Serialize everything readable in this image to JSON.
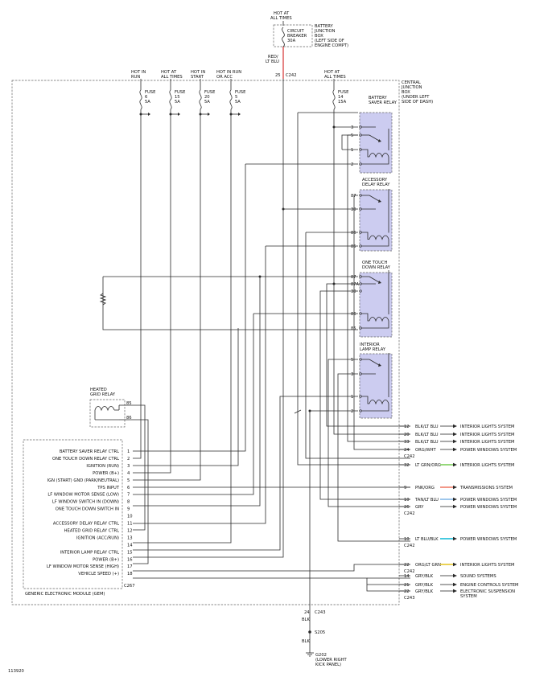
{
  "colors": {
    "box_fill": "#dcdcf8",
    "relay_fill": "#ccccf0",
    "wire": "#2a2a2a",
    "wire_red": "#d22020",
    "pink_orange": "#f07e6b",
    "tan_lt_blue": "#86b9e8",
    "lt_blue": "#19bcd8",
    "lt_green": "#7ccf5a",
    "yellow": "#e6c72a"
  },
  "battery": {
    "hot_label": [
      "HOT AT",
      "ALL TIMES"
    ],
    "breaker_label": [
      "CIRCUIT",
      "BREAKER",
      "30A"
    ],
    "box_label": [
      "BATTERY",
      "JUNCTION",
      "BOX",
      "(LEFT SIDE OF",
      "ENGINE COMPT)"
    ],
    "wire_label": [
      "RED/",
      "LT BLU"
    ],
    "pin": "25",
    "connector": "C242"
  },
  "cjb": {
    "label": [
      "CENTRAL",
      "JUNCTION",
      "BOX",
      "(UNDER LEFT",
      "SIDE OF DASH)"
    ]
  },
  "fuses": [
    {
      "hot": [
        "HOT IN",
        "RUN"
      ],
      "label": [
        "FUSE",
        "6",
        "5A"
      ]
    },
    {
      "hot": [
        "HOT AT",
        "ALL TIMES"
      ],
      "label": [
        "FUSE",
        "15",
        "5A"
      ]
    },
    {
      "hot": [
        "HOT IN",
        "START"
      ],
      "label": [
        "FUSE",
        "20",
        "5A"
      ]
    },
    {
      "hot": [
        "HOT IN RUN",
        "OR ACC"
      ],
      "label": [
        "FUSE",
        "5",
        "5A"
      ]
    },
    {
      "hot": [
        "HOT AT",
        "ALL TIMES"
      ],
      "label": [
        "FUSE",
        "14",
        "15A"
      ]
    }
  ],
  "relays": [
    {
      "label": [
        "BATTERY",
        "SAVER RELAY"
      ],
      "pins": [
        "5",
        "3",
        "1",
        "2"
      ]
    },
    {
      "label": [
        "ACCESSORY",
        "DELAY RELAY"
      ],
      "pins": [
        "87",
        "30",
        "86",
        "85"
      ]
    },
    {
      "label": [
        "ONE TOUCH",
        "DOWN RELAY"
      ],
      "pins": [
        "87",
        "87A",
        "30",
        "86",
        "85"
      ]
    },
    {
      "label": [
        "INTERIOR",
        "LAMP RELAY"
      ],
      "pins": [
        "5",
        "3",
        "1",
        "2"
      ]
    }
  ],
  "heated_grid": {
    "label": [
      "HEATED",
      "GRID RELAY"
    ],
    "pins": [
      "85",
      "86"
    ]
  },
  "gem": {
    "title": "GENERIC ELECTRONIC MODULE (GEM)",
    "connector": "C267",
    "rows": [
      {
        "pin": "1",
        "name": "BATTERY SAVER RELAY CTRL"
      },
      {
        "pin": "2",
        "name": "ONE TOUCH DOWN RELAY CTRL"
      },
      {
        "pin": "3",
        "name": "IGNITION (RUN)"
      },
      {
        "pin": "4",
        "name": "POWER (B+)"
      },
      {
        "pin": "5",
        "name": "IGN (START) GND (PARK/NEUTRAL)"
      },
      {
        "pin": "6",
        "name": "TPS INPUT"
      },
      {
        "pin": "7",
        "name": "LF WINDOW MOTOR SENSE (LOW)"
      },
      {
        "pin": "8",
        "name": "LF WINDOW SWITCH IN (DOWN)"
      },
      {
        "pin": "9",
        "name": "ONE TOUCH DOWN SWITCH IN"
      },
      {
        "pin": "10",
        "name": ""
      },
      {
        "pin": "11",
        "name": "ACCESSORY DELAY RELAY CTRL"
      },
      {
        "pin": "12",
        "name": "HEATED GRID RELAY CTRL"
      },
      {
        "pin": "13",
        "name": "IGNITION (ACC/RUN)"
      },
      {
        "pin": "14",
        "name": ""
      },
      {
        "pin": "15",
        "name": "INTERIOR LAMP RELAY CTRL"
      },
      {
        "pin": "16",
        "name": "POWER (B+)"
      },
      {
        "pin": "17",
        "name": "LF WINDOW MOTOR SENSE (HIGH)"
      },
      {
        "pin": "18",
        "name": "VEHICLE SPEED (+)"
      }
    ]
  },
  "outputs": [
    {
      "pin": "12",
      "wire": "BLK/LT BLU",
      "dest": "INTERIOR LIGHTS SYSTEM"
    },
    {
      "pin": "20",
      "wire": "BLK/LT BLU",
      "dest": "INTERIOR LIGHTS SYSTEM"
    },
    {
      "pin": "33",
      "wire": "BLK/LT BLU",
      "dest": "INTERIOR LIGHTS SYSTEM"
    },
    {
      "pin": "24",
      "wire": "ORG/WHT",
      "dest": "POWER WINDOWS SYSTEM",
      "connector": "C242"
    },
    {
      "pin": "32",
      "wire": "LT GRN/ORG",
      "dest": "INTERIOR LIGHTS SYSTEM"
    },
    {
      "pin": "9",
      "wire": "PNK/ORG",
      "dest": "TRANSMISSIONS SYSTEM"
    },
    {
      "pin": "10",
      "wire": "TAN/LT BLU",
      "dest": "POWER WINDOWS SYSTEM"
    },
    {
      "pin": "26",
      "wire": "GRY",
      "dest": "POWER WINDOWS SYSTEM",
      "connector": "C242"
    },
    {
      "pin": "10",
      "wire": "LT BLU/BLK",
      "dest": "POWER WINDOWS SYSTEM",
      "connector": "C242"
    },
    {
      "pin": "22",
      "wire": "ORG/LT GRN",
      "dest": "INTERIOR LIGHTS SYSTEM",
      "connector": "C242"
    },
    {
      "pin": "14",
      "wire": "GRY/BLK",
      "dest": "SOUND SYSTEMS"
    },
    {
      "pin": "21",
      "wire": "GRY/BLK",
      "dest": "ENGINE CONTROLS SYSTEM"
    },
    {
      "pin": "22",
      "wire": "GRY/BLK",
      "dest": "ELECTRONIC SUSPENSION SYSTEM",
      "connector": "C243"
    }
  ],
  "ground": {
    "pin": "24",
    "connector": "C243",
    "wire1": "BLK",
    "splice": "S205",
    "wire2": "BLK",
    "label": [
      "G202",
      "(LOWER RIGHT",
      "KICK PANEL)"
    ]
  },
  "figure_id": "113920"
}
